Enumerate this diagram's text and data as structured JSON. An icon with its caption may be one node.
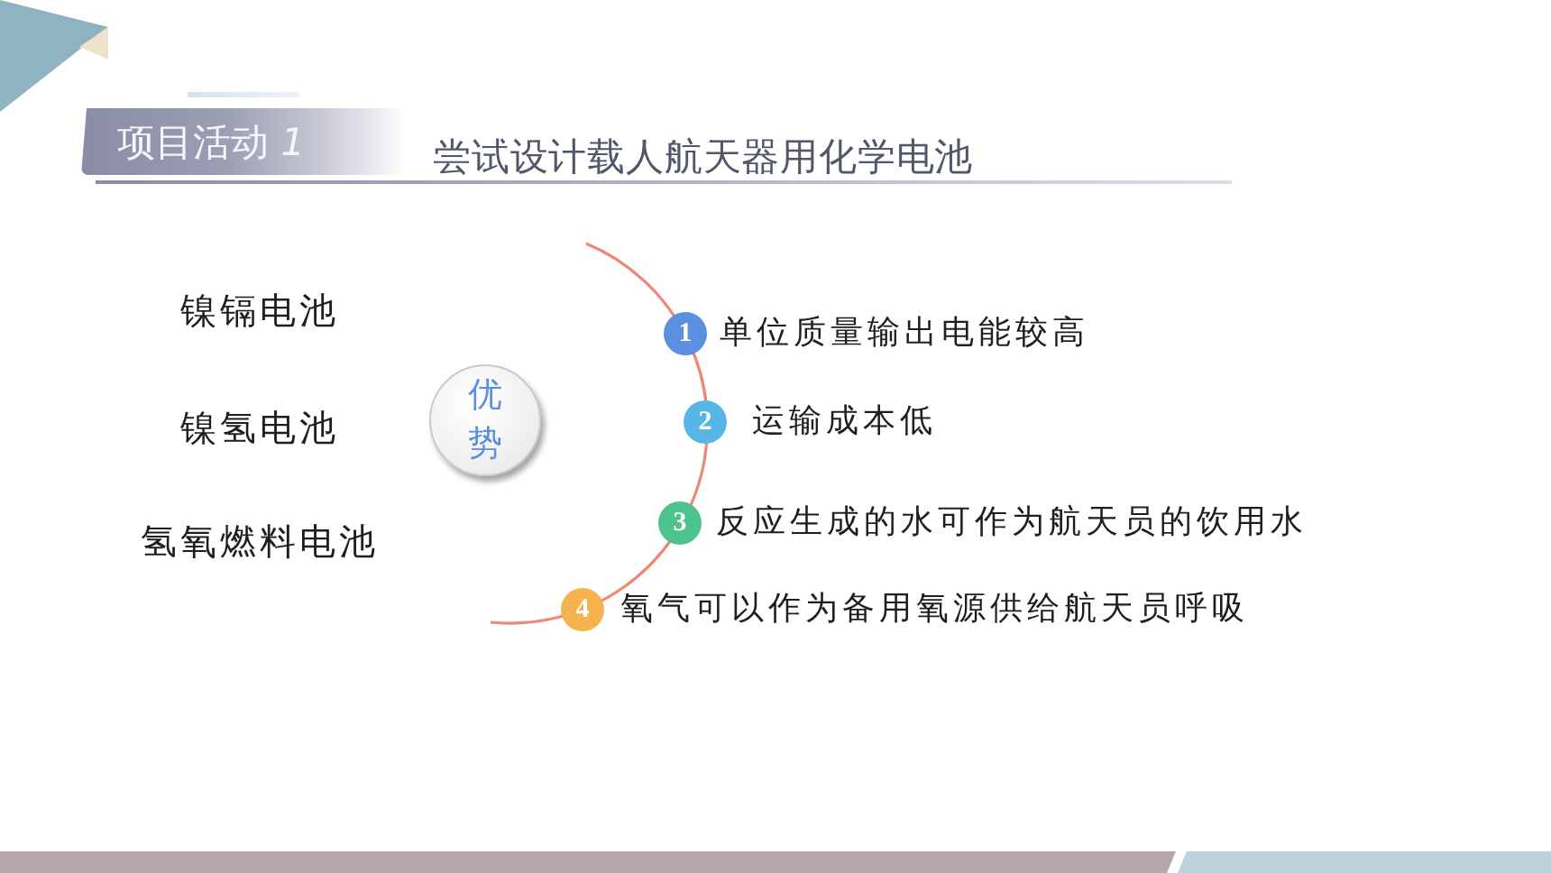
{
  "diagram": {
    "title": "尝试设计载人航天器用化学电池",
    "nodes": [
      {
        "text": [
          "项目活动 *1*"
        ]
      },
      {
        "text": [
          "镍镉电池"
        ]
      },
      {
        "text": [
          "镍氢电池"
        ]
      },
      {
        "text": [
          "氢氧燃料电池"
        ]
      },
      {
        "text": [
          "优势"
        ]
      },
      {
        "text": [
          "1"
        ],
        "beside": [
          "单位质量输出电能较高"
        ]
      },
      {
        "text": [
          "2"
        ],
        "beside": [
          "运输成本低"
        ]
      },
      {
        "text": [
          "3"
        ],
        "beside": [
          "反应生成的水可作为航天员的饮用水"
        ]
      },
      {
        "text": [
          "4"
        ],
        "beside": [
          "氧气可以作为备用氧源供给航天员呼吸"
        ]
      }
    ]
  }
}
